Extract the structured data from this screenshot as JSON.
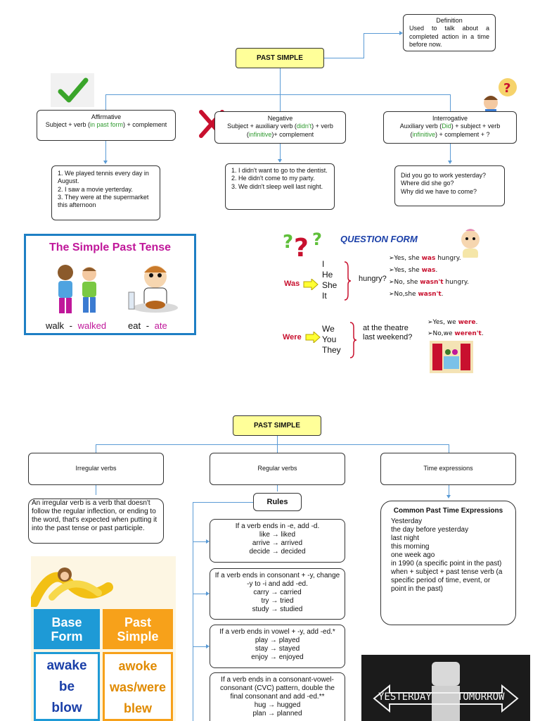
{
  "top": {
    "title": "PAST SIMPLE",
    "definition": {
      "heading": "Definition",
      "text": "Used to talk about a completed action in a time before now."
    },
    "affirmative": {
      "heading": "Affirmative",
      "formula_a": "Subject + verb (",
      "formula_hl": "in past form",
      "formula_b": ") + complement",
      "examples": [
        "1. We played tennis every day in August.",
        "2. I saw a movie yerterday.",
        "3. They were at the supermarket this afternoon"
      ]
    },
    "negative": {
      "heading": "Negative",
      "formula_a": "Subject + auxiliary verb (",
      "formula_hl": "didn't",
      "formula_b": ") + verb",
      "formula_c": "(",
      "formula_hl2": "infinitive",
      "formula_d": ")+ complement",
      "examples": [
        "1. I didn't want to go to the dentist.",
        "2. He didn't come to my party.",
        "3. We didn't sleep well last night."
      ]
    },
    "interrogative": {
      "heading": "Interrogative",
      "formula_a": "Auxiliary verb (",
      "formula_hl": "Did",
      "formula_b": ") + subject + verb",
      "formula_c": "(",
      "formula_hl2": "infinitive",
      "formula_d": ") + complement + ?",
      "examples": [
        "Did you go to work yesterday?",
        "Where did she go?",
        "Why did we have to come?"
      ]
    }
  },
  "simple_past_card": {
    "title": "The Simple Past Tense",
    "pair1_base": "walk",
    "pair1_sep": "-",
    "pair1_past": "walked",
    "pair2_base": "eat",
    "pair2_sep": "-",
    "pair2_past": "ate"
  },
  "question_form": {
    "title": "QUESTION FORM",
    "was_label": "Was",
    "was_subjects": [
      "I",
      "He",
      "She",
      "It"
    ],
    "was_tail": "hungry?",
    "was_answers": [
      {
        "pre": "➢Yes, she ",
        "hl": "was",
        "post": " hungry."
      },
      {
        "pre": "➢Yes, she ",
        "hl": "was",
        "post": "."
      },
      {
        "pre": "➢No, she ",
        "hl": "wasn't",
        "post": " hungry."
      },
      {
        "pre": "➢No,she ",
        "hl": "wasn't",
        "post": "."
      }
    ],
    "were_label": "Were",
    "were_subjects": [
      "We",
      "You",
      "They"
    ],
    "were_tail": "at the theatre last weekend?",
    "were_answers": [
      {
        "pre": "➢Yes, we ",
        "hl": "were",
        "post": "."
      },
      {
        "pre": "➢No,we ",
        "hl": "weren't",
        "post": "."
      }
    ]
  },
  "bottom": {
    "title": "PAST SIMPLE",
    "irregular": {
      "heading": "Irregular verbs",
      "text": "An irregular verb is a verb that doesn't follow the regular inflection, or ending to the word, that's expected when putting it into the past tense or past participle."
    },
    "regular": {
      "heading": "Regular verbs",
      "rules_label": "Rules",
      "rules": [
        {
          "lines": [
            "If a verb ends in -e, add -d.",
            "like → liked",
            "arrive → arrived",
            "decide → decided"
          ]
        },
        {
          "lines": [
            "If a verb ends in consonant + -y, change -y to -i and add -ed.",
            "carry → carried",
            "try → tried",
            "study → studied"
          ]
        },
        {
          "lines": [
            "If a verb ends in vowel + -y, add -ed.*",
            "play → played",
            "stay → stayed",
            "enjoy → enjoyed"
          ]
        },
        {
          "lines": [
            "If a verb ends in a consonant-vowel-consonant (CVC) pattern, double the final consonant and add -ed.**",
            "hug → hugged",
            "plan → planned"
          ]
        }
      ]
    },
    "time": {
      "heading": "Time expressions",
      "box_title": "Common Past Time Expressions",
      "items": [
        "Yesterday",
        "the day before yesterday",
        "last night",
        "this morning",
        "one week ago",
        "in 1990 (a specific point in the past)",
        "when + subject + past tense verb (a specific period of time, event, or point in the past)"
      ]
    },
    "forms_table": {
      "head_base": "Base Form",
      "head_past": "Past Simple",
      "rows": [
        {
          "base": "awake",
          "past": "awoke"
        },
        {
          "base": "be",
          "past": "was/were"
        },
        {
          "base": "blow",
          "past": "blew"
        }
      ]
    },
    "chalkboard": {
      "left": "YESTERDAY",
      "right": "TOMORROW"
    }
  },
  "colors": {
    "yellow": "#ffff99",
    "connector": "#5b9bd5",
    "green": "#2e9a2e",
    "red": "#c8102e",
    "magenta": "#c0179a",
    "blue_header": "#1e7fc4",
    "orange_header": "#f7a11a"
  }
}
